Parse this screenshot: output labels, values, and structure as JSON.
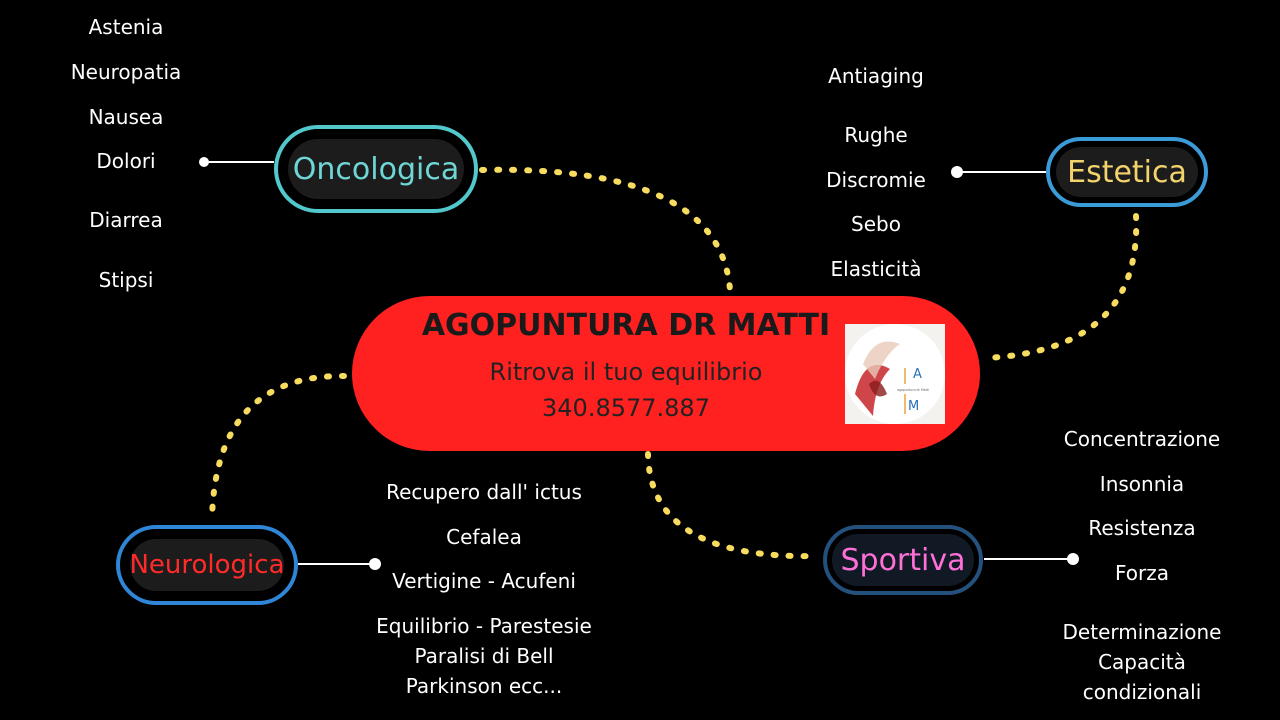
{
  "center": {
    "title": "AGOPUNTURA DR MATTI",
    "subtitle": "Ritrova il tuo equilibrio",
    "phone": "340.8577.887",
    "logo": {
      "letter_top": "A",
      "letter_bottom": "M",
      "caption": "agopuntura dr Matti"
    }
  },
  "colors": {
    "background": "#000000",
    "center_fill": "#ff2020",
    "connector": "#f7dc5f",
    "oncologica": "#6fd6d6",
    "estetica": "#f3d36b",
    "neurologica": "#ff2a2a",
    "sportiva": "#ff6fd8"
  },
  "branches": {
    "oncologica": {
      "label": "Oncologica",
      "items": [
        "Astenia",
        "Neuropatia",
        "Nausea",
        "Dolori",
        "Diarrea",
        "Stipsi"
      ]
    },
    "estetica": {
      "label": "Estetica",
      "items": [
        "Antiaging",
        "Rughe",
        "Discromie",
        "Sebo",
        "Elasticità"
      ]
    },
    "neurologica": {
      "label": "Neurologica",
      "items": [
        "Recupero dall' ictus",
        "Cefalea",
        "Vertigine - Acufeni",
        "Equilibrio - Parestesie\nParalisi di Bell\nParkinson ecc..."
      ]
    },
    "sportiva": {
      "label": "Sportiva",
      "items": [
        "Concentrazione",
        "Insonnia",
        "Resistenza",
        "Forza",
        "Determinazione\nCapacità condizionali"
      ]
    }
  }
}
